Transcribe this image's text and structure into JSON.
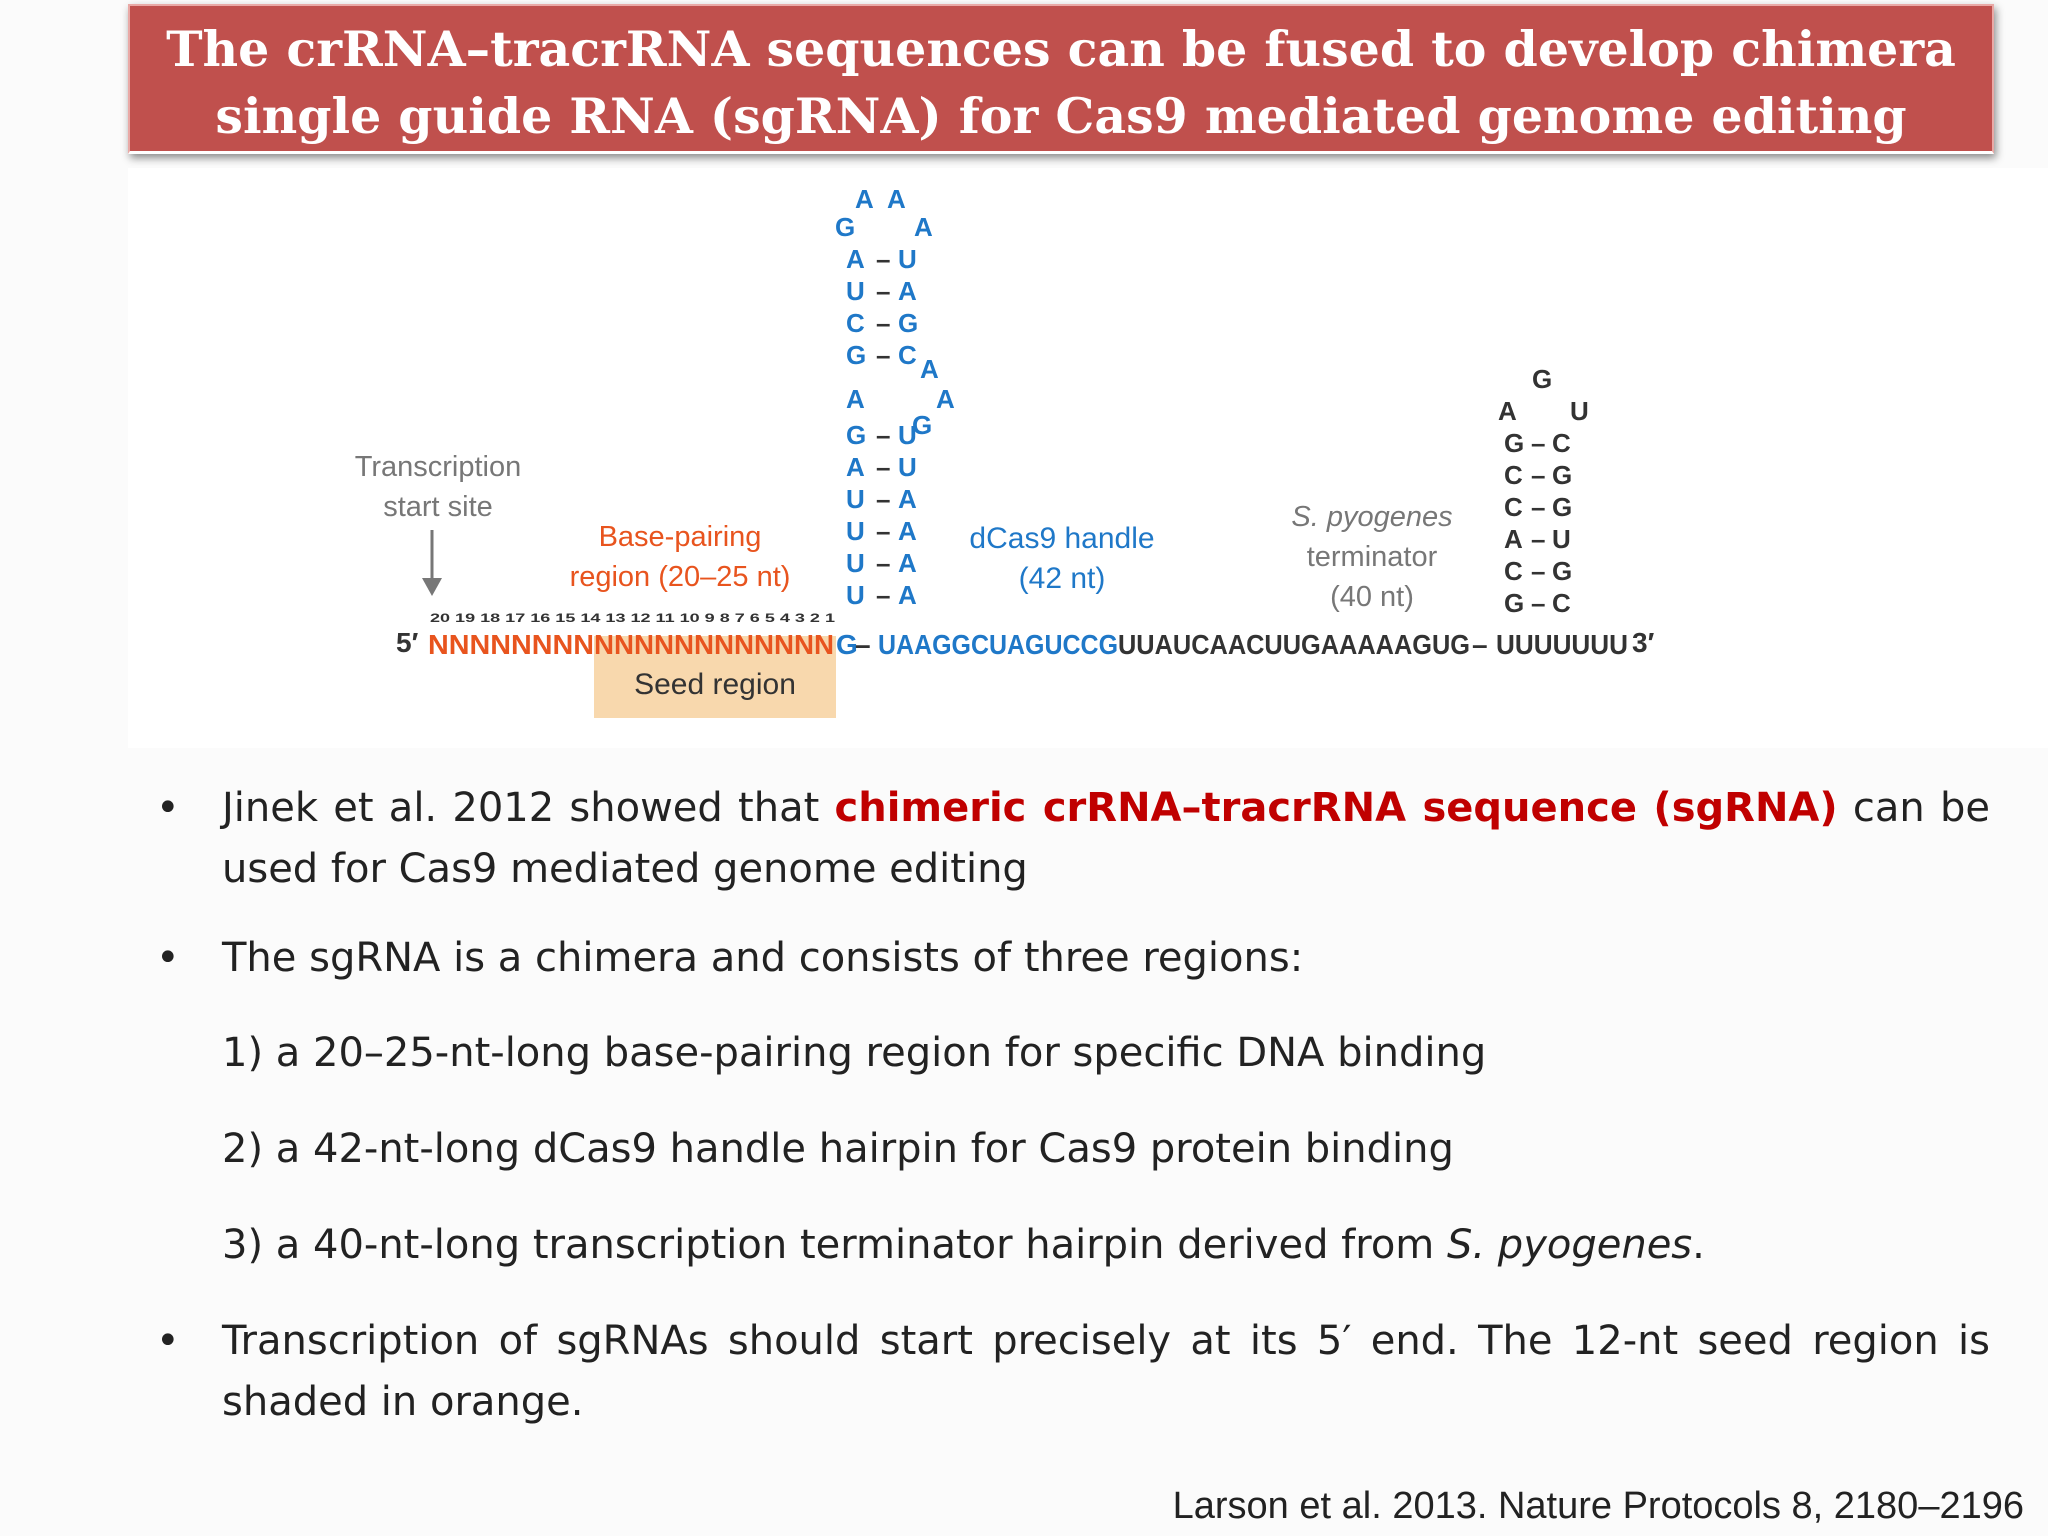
{
  "title": "The crRNA–tracrRNA sequences can be fused to develop chimera single guide RNA (sgRNA) for Cas9 mediated genome editing",
  "diagram": {
    "tss_label_1": "Transcription",
    "tss_label_2": "start site",
    "bp_label_1": "Base-pairing",
    "bp_label_2": "region (20–25 nt)",
    "handle_label_1": "dCas9 handle",
    "handle_label_2": "(42 nt)",
    "term_label_1": "S. pyogenes",
    "term_label_2": "terminator",
    "term_label_3": "(40 nt)",
    "seed_label": "Seed region",
    "five_prime": "5′",
    "three_prime": "3′",
    "numbers": "20 19 18 17 16 15 14 13 12 11 10 9 8 7 6 5 4 3 2 1",
    "seq_n_light": "NNNNNNNN",
    "seq_n_dark": "NNNNNNNNNNNN",
    "seq_g": "G",
    "seq_dash1": "–",
    "seq_blue": "UAAGGCUAGUCCG",
    "seq_dark": "UUAUCAACUUGAAAAAGUG",
    "seq_dash2": "–",
    "seq_tail": "UUUUUUU",
    "colors": {
      "red": "#e8541e",
      "blue": "#1f78c8",
      "seed": "#f8d8ad",
      "grey": "#777777",
      "dark": "#333333"
    }
  },
  "bullets": {
    "b1_pre": "Jinek et al. 2012 showed that ",
    "b1_red": "chimeric crRNA–tracrRNA sequence (sgRNA)",
    "b1_post": " can be used for Cas9 mediated genome editing",
    "b2": "The sgRNA is a chimera and consists of three regions:",
    "s1": "1) a 20–25-nt-long base-pairing region for specific DNA binding",
    "s2": "2) a 42-nt-long dCas9 handle hairpin for Cas9 protein binding",
    "s3_pre": "3) a 40-nt-long transcription terminator hairpin derived from ",
    "s3_italic": "S. pyogenes",
    "s3_post": ".",
    "b3": "Transcription of sgRNAs should start precisely at its 5′ end. The 12-nt seed region is shaded in orange.",
    "bullet_char": "•"
  },
  "citation": "Larson et al. 2013. Nature Protocols 8, 2180–2196"
}
